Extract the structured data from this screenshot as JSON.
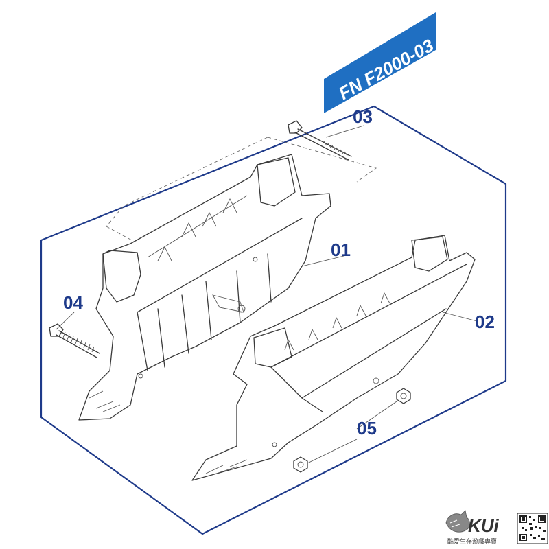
{
  "banner": {
    "title": "FN F2000-03",
    "color": "#1f6fc2"
  },
  "frame": {
    "color": "#1e3a8a"
  },
  "callouts": [
    {
      "id": "01",
      "label": "01"
    },
    {
      "id": "02",
      "label": "02"
    },
    {
      "id": "03",
      "label": "03"
    },
    {
      "id": "04",
      "label": "04"
    },
    {
      "id": "05",
      "label": "05"
    }
  ],
  "brand": {
    "logo": "KUi",
    "tagline": "酷愛生存遊戲專賣",
    "icons": [
      "wolf-logo-icon",
      "qr-code-icon"
    ]
  }
}
